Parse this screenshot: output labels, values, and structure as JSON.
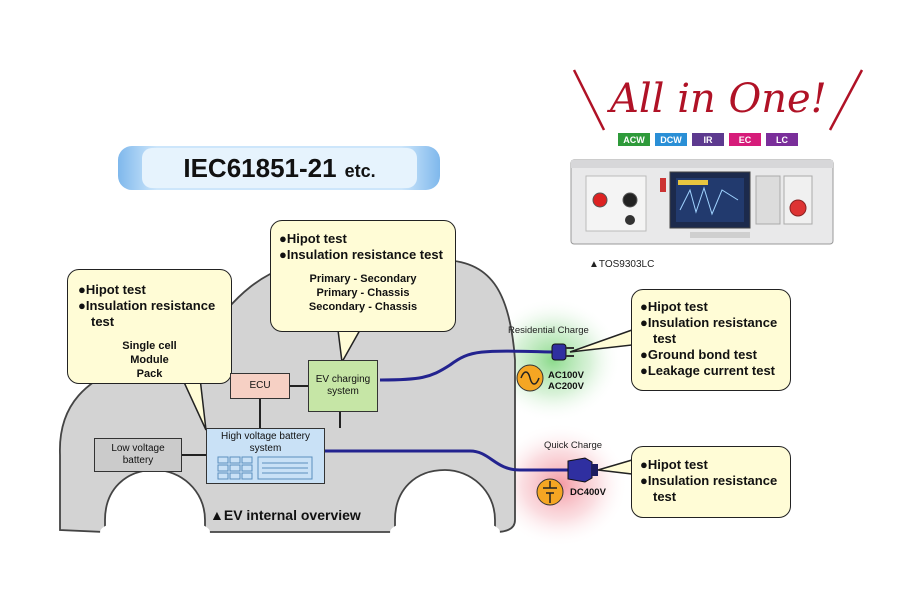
{
  "standard": {
    "main": "IEC61851-21",
    "suffix": "etc."
  },
  "banner": {
    "title": "All in One!",
    "tags": [
      {
        "label": "ACW",
        "color": "#2e9a3a"
      },
      {
        "label": "DCW",
        "color": "#2a8fd6"
      },
      {
        "label": "IR",
        "color": "#5d3a8f"
      },
      {
        "label": "EC",
        "color": "#d61c7a"
      },
      {
        "label": "LC",
        "color": "#7a2e9a"
      }
    ]
  },
  "product": {
    "model": "▲TOS9303LC"
  },
  "callouts": {
    "battery": {
      "tests": [
        "●Hipot test",
        "●Insulation resistance",
        "test"
      ],
      "items": [
        "Single cell",
        "Module",
        "Pack"
      ]
    },
    "charging": {
      "tests": [
        "●Hipot test",
        "●Insulation resistance test"
      ],
      "items": [
        "Primary - Secondary",
        "Primary - Chassis",
        "Secondary - Chassis"
      ]
    },
    "residential": {
      "tests": [
        "●Hipot test",
        "●Insulation resistance",
        "test",
        "●Ground bond test",
        "●Leakage current test"
      ]
    },
    "quick": {
      "tests": [
        "●Hipot test",
        "●Insulation resistance",
        "test"
      ]
    }
  },
  "components": {
    "ecu": "ECU",
    "ev_charging": [
      "EV charging",
      "system"
    ],
    "hv_battery": [
      "High voltage battery",
      "system"
    ],
    "lv_battery": [
      "Low voltage",
      "battery"
    ]
  },
  "charge": {
    "residential": {
      "label": "Residential Charge",
      "volts": [
        "AC100V",
        "AC200V"
      ]
    },
    "quick": {
      "label": "Quick Charge",
      "volts": [
        "DC400V"
      ]
    }
  },
  "caption": "▲EV internal overview",
  "colors": {
    "callout_fill": "#fffcd6",
    "car_fill": "#d3d3d3",
    "cable": "#23238f",
    "ecu_fill": "#f6d0c4",
    "ev_fill": "#c6e6a6",
    "hv_fill": "#c9e1f6",
    "lv_fill": "#cbcbcb",
    "title": "#b01226"
  }
}
